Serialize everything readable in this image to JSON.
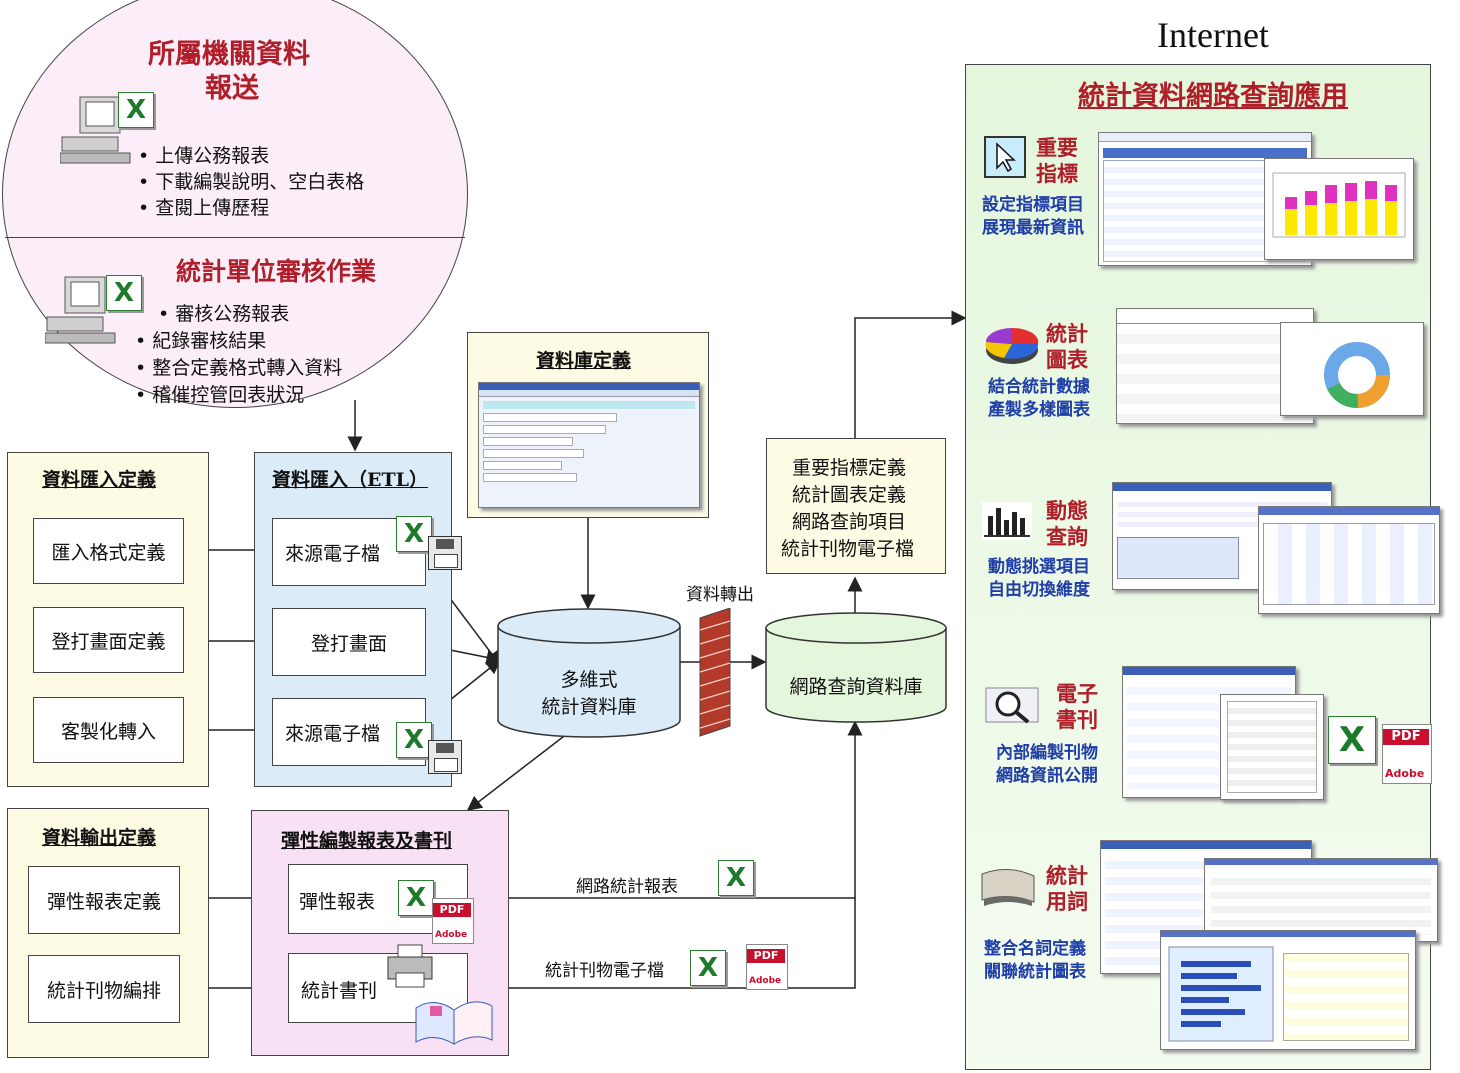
{
  "top_section": {
    "title_line1": "所屬機關資料",
    "title_line2": "報送",
    "items": [
      "上傳公務報表",
      "下載編製說明、空白表格",
      "查閱上傳歷程"
    ]
  },
  "review_section": {
    "title": "統計單位審核作業",
    "items": [
      "審核公務報表",
      "紀錄審核結果",
      "整合定義格式轉入資料",
      "稽催控管回表狀況"
    ]
  },
  "import_def": {
    "title": "資料匯入定義",
    "items": [
      "匯入格式定義",
      "登打畫面定義",
      "客製化轉入"
    ]
  },
  "etl": {
    "title": "資料匯入（ETL）",
    "items": [
      "來源電子檔",
      "登打畫面",
      "來源電子檔"
    ]
  },
  "db_def": {
    "title": "資料庫定義"
  },
  "multi_db": {
    "line1": "多維式",
    "line2": "統計資料庫"
  },
  "export_label": "資料轉出",
  "web_db": {
    "label": "網路查詢資料庫"
  },
  "web_def": {
    "lines": [
      "重要指標定義",
      "統計圖表定義",
      "網路查詢項目",
      "統計刊物電子檔"
    ]
  },
  "output_def": {
    "title": "資料輸出定義",
    "items": [
      "彈性報表定義",
      "統計刊物編排"
    ]
  },
  "flex": {
    "title": "彈性編製報表及書刊",
    "items": [
      "彈性報表",
      "統計書刊"
    ]
  },
  "flow_labels": {
    "web_report": "網路統計報表",
    "ebook": "統計刊物電子檔"
  },
  "internet": {
    "heading": "Internet",
    "panel_title": "統計資料網路查詢應用",
    "features": [
      {
        "title1": "重要",
        "title2": "指標",
        "desc1": "設定指標項目",
        "desc2": "展現最新資訊"
      },
      {
        "title1": "統計",
        "title2": "圖表",
        "desc1": "結合統計數據",
        "desc2": "產製多樣圖表"
      },
      {
        "title1": "動態",
        "title2": "查詢",
        "desc1": "動態挑選項目",
        "desc2": "自由切換維度"
      },
      {
        "title1": "電子",
        "title2": "書刊",
        "desc1": "內部編製刊物",
        "desc2": "網路資訊公開"
      },
      {
        "title1": "統計",
        "title2": "用詞",
        "desc1": "整合名詞定義",
        "desc2": "關聯統計圖表"
      }
    ]
  },
  "colors": {
    "title_red": "#b01e2a",
    "desc_blue": "#1f3ea8",
    "panel_green": "#e4f6dc",
    "etl_blue": "#dcebf8",
    "flex_pink": "#f8e1f4",
    "def_yellow": "#fdfbe4",
    "circle_pink": "#fbeef8"
  },
  "icons": [
    "computer-icon",
    "excel-icon",
    "pdf-icon",
    "floppy-icon",
    "printer-icon",
    "book-icon",
    "cursor-icon",
    "pie-chart-icon",
    "bar-chart-icon",
    "magnifier-icon",
    "dictionary-icon",
    "firewall-icon"
  ]
}
